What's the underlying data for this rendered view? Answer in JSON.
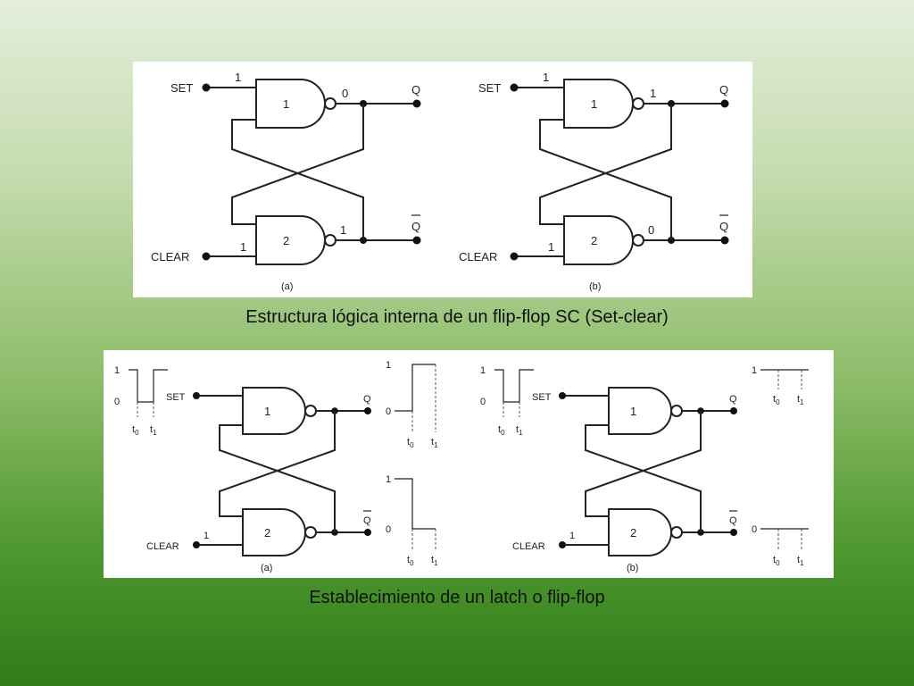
{
  "top_figure": {
    "caption": "Estructura lógica interna de un flip-flop SC (Set-clear)",
    "set_label": "SET",
    "clear_label": "CLEAR",
    "q_label": "Q",
    "qbar_label": "Q",
    "gate1_label": "1",
    "gate2_label": "2",
    "a": {
      "panel_label": "(a)",
      "set_in": "1",
      "clear_in": "1",
      "q_out": "0",
      "qbar_out": "1"
    },
    "b": {
      "panel_label": "(b)",
      "set_in": "1",
      "clear_in": "1",
      "q_out": "1",
      "qbar_out": "0"
    }
  },
  "bottom_figure": {
    "caption": "Establecimiento de un latch o flip-flop",
    "set_label": "SET",
    "clear_label": "CLEAR",
    "q_label": "Q",
    "qbar_label": "Q",
    "gate1_label": "1",
    "gate2_label": "2",
    "t0": "t",
    "t1": "t",
    "t0_sub": "0",
    "t1_sub": "1",
    "level_high": "1",
    "level_low": "0",
    "a": {
      "panel_label": "(a)",
      "clear_in": "1"
    },
    "b": {
      "panel_label": "(b)",
      "clear_in": "1"
    }
  },
  "colors": {
    "background_top": "#e4eedb",
    "background_bottom": "#2f7c18",
    "panel": "#ffffff",
    "ink": "#222222"
  }
}
